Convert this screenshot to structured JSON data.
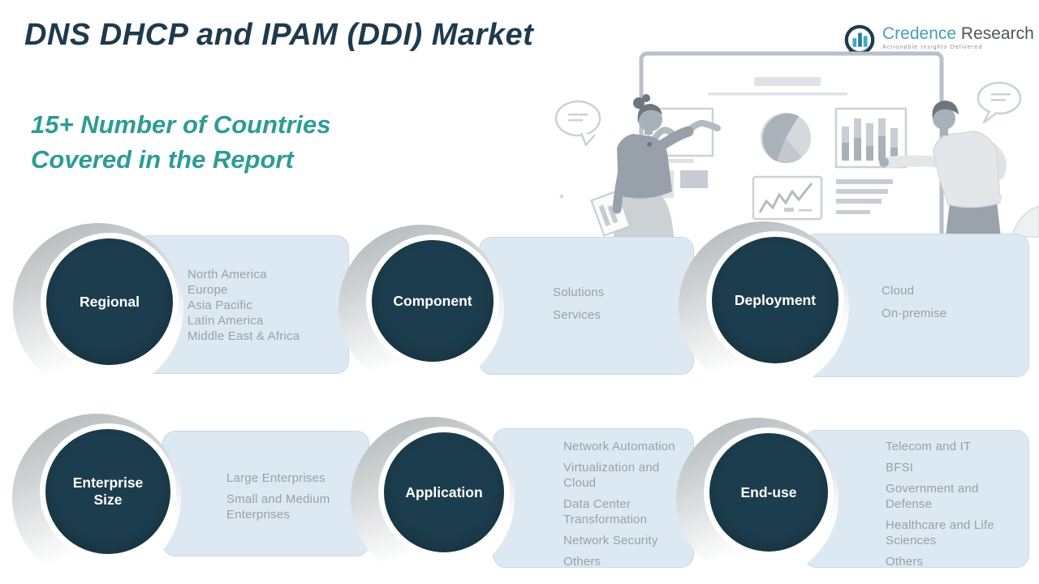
{
  "header": {
    "title": "DNS DHCP and IPAM (DDI) Market",
    "subtitle_line1": "15+ Number of Countries",
    "subtitle_line2": "Covered in the Report"
  },
  "logo": {
    "brand_primary": "Credence",
    "brand_secondary": "Research",
    "tagline": "Actionable Insights Delivered"
  },
  "segments": [
    {
      "label": "Regional",
      "items": [
        "North America",
        "Europe",
        "Asia Pacific",
        "Latin America",
        "Middle East & Africa"
      ]
    },
    {
      "label": "Component",
      "items": [
        "Solutions",
        "Services"
      ]
    },
    {
      "label": "Deployment",
      "items": [
        "Cloud",
        "On-premise"
      ]
    },
    {
      "label": "Enterprise Size",
      "items": [
        "Large Enterprises",
        "Small and Medium Enterprises"
      ]
    },
    {
      "label": "Application",
      "items": [
        "Network Automation",
        "Virtualization and Cloud",
        "Data Center Transformation",
        "Network Security",
        "Others"
      ]
    },
    {
      "label": "End-use",
      "items": [
        "Telecom and IT",
        "BFSI",
        "Government and Defense",
        "Healthcare and Life Sciences",
        "Others"
      ]
    }
  ],
  "colors": {
    "title_text": "#1f3a4d",
    "subtitle_text": "#2d9b96",
    "circle_fill": "#1c3d4d",
    "card_fill": "#dce9f2",
    "card_border": "#c9dbe6",
    "list_text": "#9aa0a4",
    "logo_brand_primary": "#44a0b4",
    "logo_brand_secondary": "#4d565e"
  }
}
